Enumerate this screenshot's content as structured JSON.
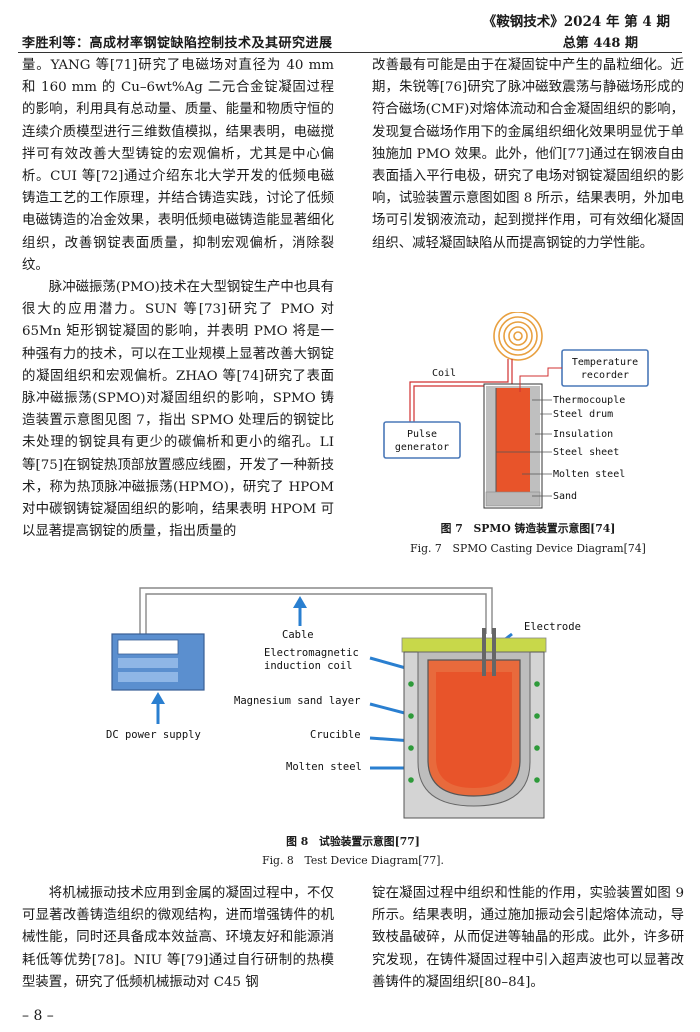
{
  "header": {
    "journal": "《鞍钢技术》2024 年 第 4 期",
    "authors_title": "李胜利等：高成材率钢锭缺陷控制技术及其研究进展",
    "issue_total": "总第 448 期"
  },
  "left_column": {
    "p1": "量。YANG 等[71]研究了电磁场对直径为 40 mm 和 160 mm 的 Cu–6wt%Ag 二元合金锭凝固过程的影响，利用具有总动量、质量、能量和物质守恒的连续介质模型进行三维数值模拟，结果表明，电磁搅拌可有效改善大型铸锭的宏观偏析，尤其是中心偏析。CUI 等[72]通过介绍东北大学开发的低频电磁铸造工艺的工作原理，并结合铸造实践，讨论了低频电磁铸造的冶金效果，表明低频电磁铸造能显著细化组织，改善钢锭表面质量，抑制宏观偏析，消除裂纹。",
    "p2": "脉冲磁振荡(PMO)技术在大型钢锭生产中也具有很大的应用潜力。SUN 等[73]研究了 PMO 对 65Mn 矩形钢锭凝固的影响，并表明 PMO 将是一种强有力的技术，可以在工业规模上显著改善大钢锭的凝固组织和宏观偏析。ZHAO 等[74]研究了表面脉冲磁振荡(SPMO)对凝固组织的影响，SPMO 铸造装置示意图见图 7，指出 SPMO 处理后的钢锭比未处理的钢锭具有更少的碳偏析和更小的缩孔。LI 等[75]在钢锭热顶部放置感应线圈，开发了一种新技术，称为热顶脉冲磁振荡(HPMO)，研究了 HPOM 对中碳钢铸锭凝固组织的影响，结果表明 HPOM 可以显著提高钢锭的质量，指出质量的"
  },
  "right_column": {
    "p1": "改善最有可能是由于在凝固锭中产生的晶粒细化。近期，朱锐等[76]研究了脉冲磁致震荡与静磁场形成的符合磁场(CMF)对熔体流动和合金凝固组织的影响，发现复合磁场作用下的金属组织细化效果明显优于单独施加 PMO 效果。此外，他们[77]通过在钢液自由表面插入平行电极，研究了电场对钢锭凝固组织的影响，试验装置示意图如图 8 所示，结果表明，外加电场可引发钢液流动，起到搅拌作用，可有效细化凝固组织、减轻凝固缺陷从而提高钢锭的力学性能。"
  },
  "figure7": {
    "labels": {
      "coil": "Coil",
      "temperature_recorder": "Temperature\nrecorder",
      "pulse_generator": "Pulse\ngenerator",
      "thermocouple": "Thermocouple",
      "steel_drum": "Steel drum",
      "insulation": "Insulation",
      "steel_sheet": "Steel sheet",
      "molten_steel": "Molten steel",
      "sand": "Sand"
    },
    "caption_zh": "图 7　SPMO 铸造装置示意图[74]",
    "caption_en": "Fig. 7　SPMO Casting Device Diagram[74]"
  },
  "figure8": {
    "labels": {
      "cable": "Cable",
      "electrode": "Electrode",
      "induction_coil": "Electromagnetic\ninduction coil",
      "magnesium_sand": "Magnesium sand layer",
      "crucible": "Crucible",
      "molten_steel": "Molten steel",
      "dc_power": "DC power supply"
    },
    "caption_zh": "图 8　试验装置示意图[77]",
    "caption_en": "Fig. 8　Test Device Diagram[77]."
  },
  "bottom_left": {
    "p1": "将机械振动技术应用到金属的凝固过程中，不仅可显著改善铸造组织的微观结构，进而增强铸件的机械性能，同时还具备成本效益高、环境友好和能源消耗低等优势[78]。NIU 等[79]通过自行研制的热模型装置，研究了低频机械振动对 C45 钢"
  },
  "bottom_right": {
    "p1": "锭在凝固过程中组织和性能的作用，实验装置如图 9 所示。结果表明，通过施加振动会引起熔体流动，导致枝晶破碎，从而促进等轴晶的形成。此外，许多研究发现，在铸件凝固过程中引入超声波也可以显著改善铸件的凝固组织[80–84]。"
  },
  "page_number": "– 8 –",
  "colors": {
    "molten": "#e8542a",
    "insulation": "#c8c8c8",
    "coil_green": "#2e9a3a",
    "blue_box": "#4a78b8",
    "arrow_blue": "#2a7fd0",
    "lid": "#c8d84a"
  }
}
